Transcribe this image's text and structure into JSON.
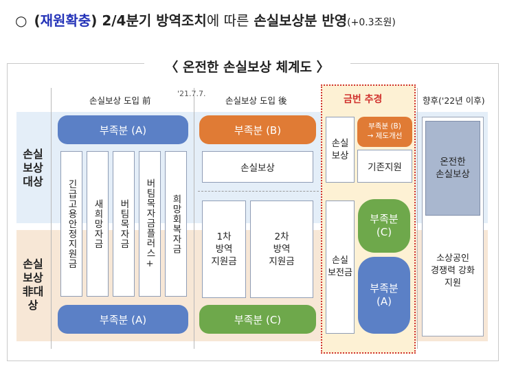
{
  "header": {
    "bullet": "○",
    "tag_open": "(",
    "tag_text": "재원확충",
    "tag_close": ")",
    "quarter": "2/4분기",
    "measure": "방역조치",
    "mid": "에 따른",
    "topic": "손실보상분 반영",
    "amount": "(+0.3조원)"
  },
  "diagram": {
    "title": "〈 온전한 손실보상 체계도 〉",
    "rows": {
      "covered": "손실\n보상\n대상",
      "not_covered": "손실\n보상\n非대상"
    },
    "columns": {
      "before": "손실보상 도입 前",
      "date": "'21.7.7.",
      "after": "손실보상 도입 後",
      "current": "금번 추경",
      "future": "향후('22년 이후)"
    },
    "before": {
      "top_pill": "부족분 (A)",
      "programs": [
        "긴급고용안정지원금",
        "새희망자금",
        "버팀목자금",
        "버팀목자금플러스+",
        "희망회복자금"
      ],
      "bottom_pill": "부족분 (A)"
    },
    "after": {
      "top_pill": "부족분 (B)",
      "box": "손실보상",
      "support1": "1차\n방역\n지원금",
      "support2": "2차\n방역\n지원금",
      "bottom_pill": "부족분 (C)"
    },
    "current": {
      "loss_comp": "손실\n보상",
      "orange_box": "부족분 (B)\n→ 제도개선",
      "existing": "기존지원",
      "loss_preservation": "손실\n보전금",
      "green_blob": "부족분\n(C)",
      "blue_blob": "부족분\n(A)"
    },
    "future": {
      "top": "온전한\n손실보상",
      "bottom": "소상공인\n경쟁력 강화\n지원"
    }
  },
  "colors": {
    "blue_pill": "#5b80c6",
    "orange_pill": "#e07b35",
    "green_pill": "#6ea84b",
    "highlight_border": "#d0312d",
    "title_blue": "#2433b8"
  }
}
